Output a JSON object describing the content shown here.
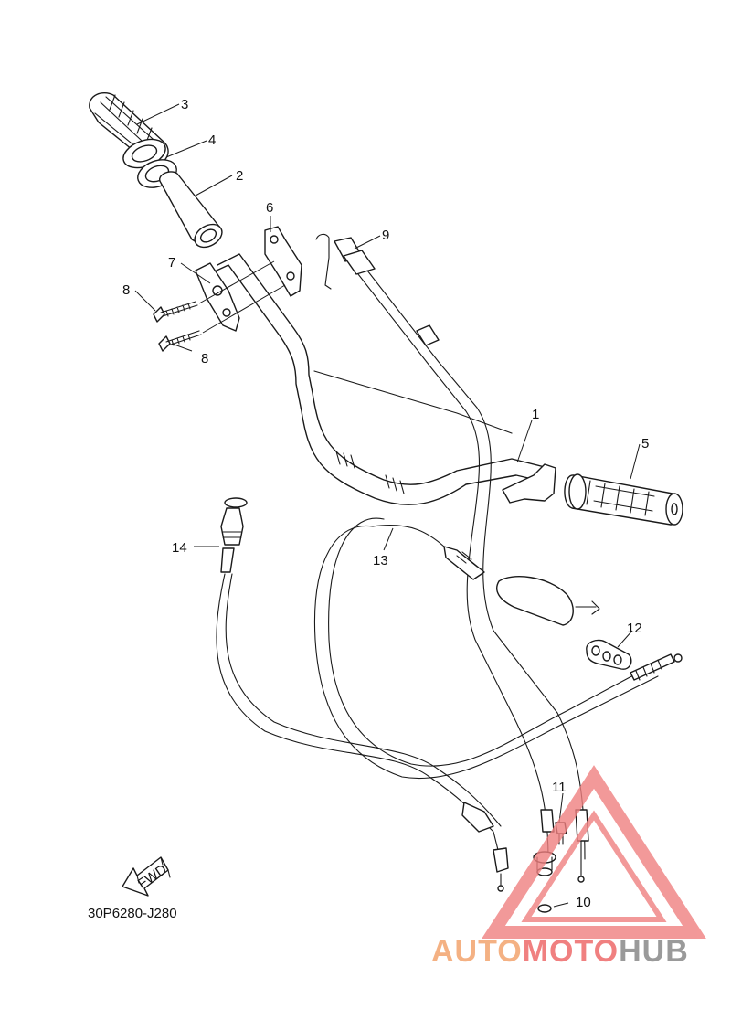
{
  "diagram_code": "30P6280-J280",
  "fwd_label": "FWD",
  "callouts": [
    "1",
    "2",
    "3",
    "4",
    "5",
    "6",
    "7",
    "8",
    "8",
    "9",
    "10",
    "11",
    "12",
    "13",
    "14"
  ],
  "watermark": {
    "part1": "AUTO",
    "part2": "MOTO",
    "part3": "HUB"
  },
  "colors": {
    "line": "#1a1a1a",
    "watermark_orange": "#f4b183",
    "watermark_red": "#f08080",
    "watermark_grey": "#9a9a9a"
  }
}
